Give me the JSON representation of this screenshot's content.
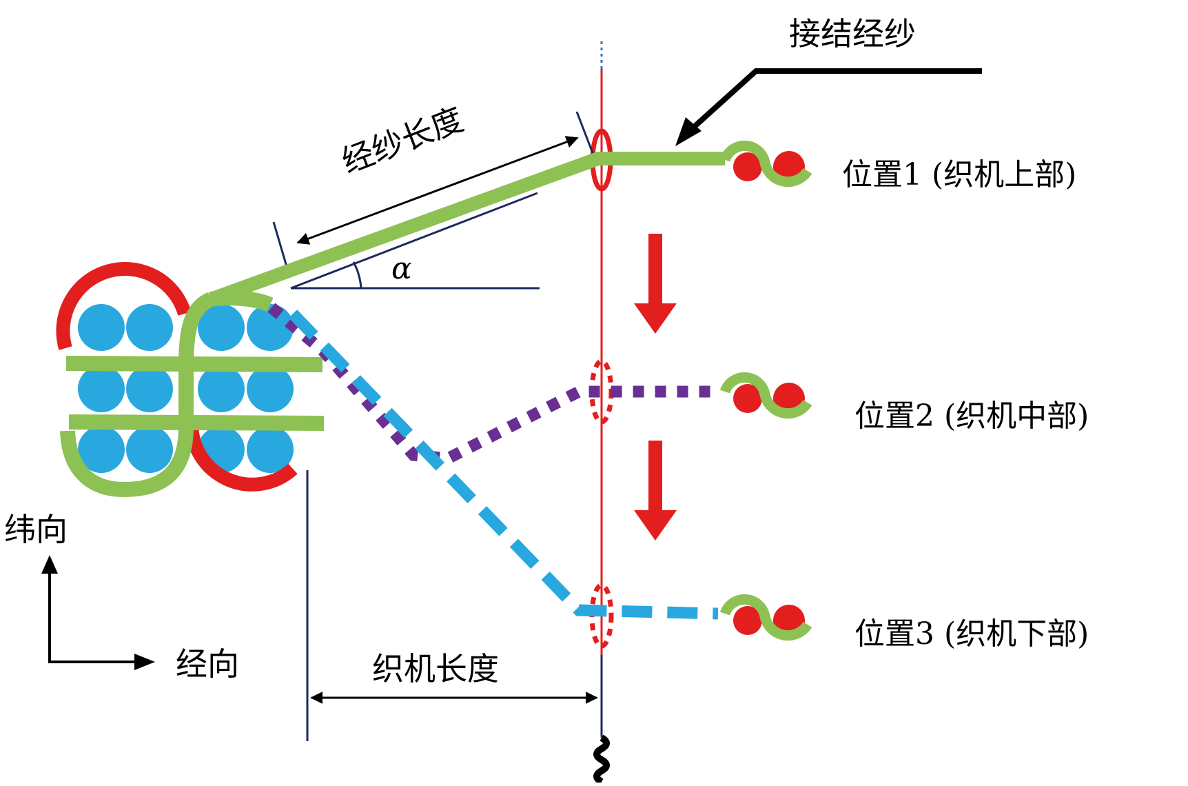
{
  "title_label": "接结经纱",
  "warp_length_label": "经纱长度",
  "angle_label": "α",
  "loom_length_label": "织机长度",
  "axes": {
    "weft_label": "纬向",
    "warp_label": "经向"
  },
  "positions": [
    {
      "label": "位置1 (织机上部)",
      "line_style": "solid",
      "color": "#8dc154"
    },
    {
      "label": "位置2 (织机中部)",
      "line_style": "dotted",
      "color": "#6a2f92"
    },
    {
      "label": "位置3 (织机下部)",
      "line_style": "dashed",
      "color": "#29a8e0"
    }
  ],
  "colors": {
    "green": "#8dc154",
    "red": "#e31e1e",
    "blue": "#29a8e0",
    "purple": "#6a2f92",
    "navy": "#1c2a5a",
    "black": "#000000"
  }
}
